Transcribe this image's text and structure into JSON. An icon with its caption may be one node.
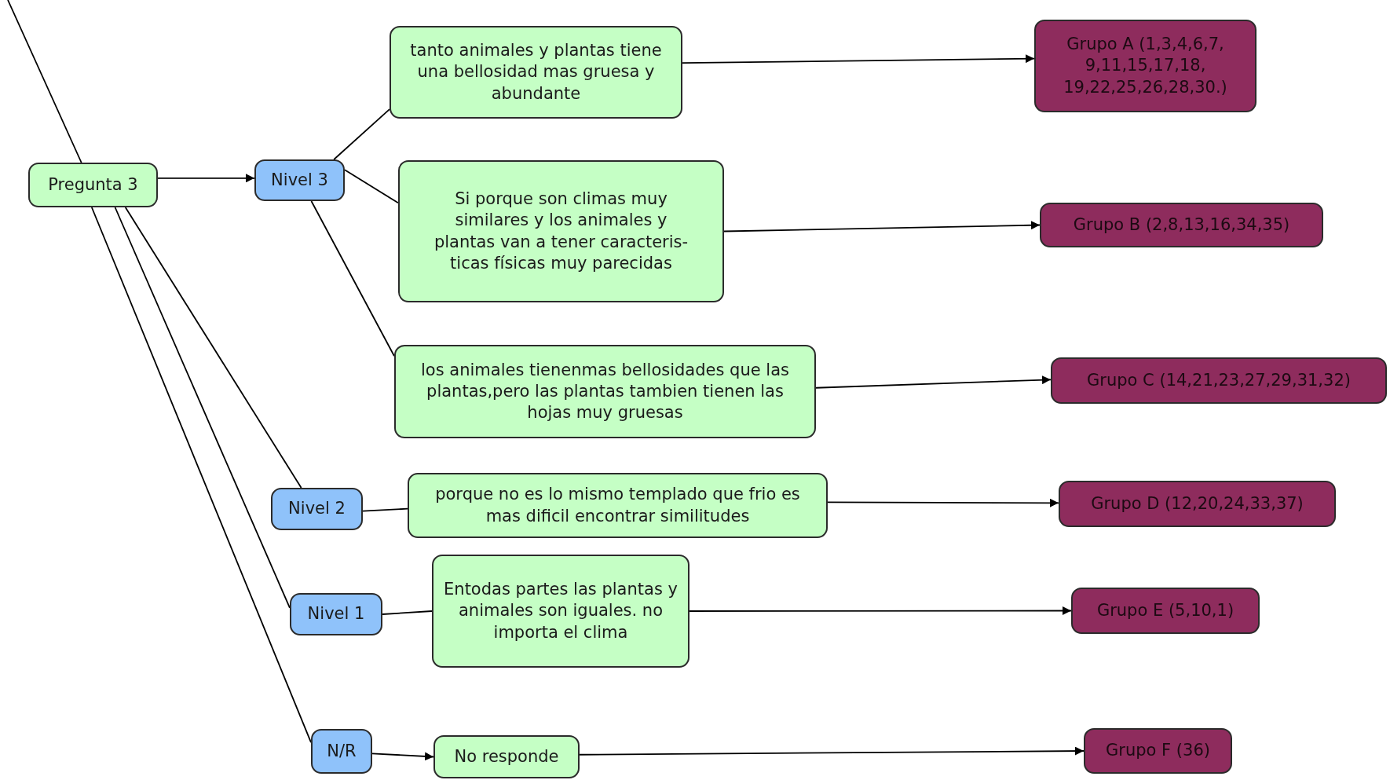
{
  "diagram": {
    "nodes": [
      {
        "text": [
          "Pregunta 3"
        ]
      },
      {
        "text": [
          "Nivel 3"
        ]
      },
      {
        "text": [
          "tanto animales y plantas tiene una bellosidad mas gruesa y abundante"
        ]
      },
      {
        "text": [
          "Si porque son climas muy similares y los animales y plantas van a tener caracteris- ticas físicas muy parecidas"
        ]
      },
      {
        "text": [
          "los animales tienenmas bellosidades que las plantas,pero las plantas tambien tienen las hojas muy gruesas"
        ]
      },
      {
        "text": [
          "Nivel 2"
        ]
      },
      {
        "text": [
          "porque no es lo mismo templado que frio es mas dificil encontrar similitudes"
        ]
      },
      {
        "text": [
          "Nivel 1"
        ]
      },
      {
        "text": [
          "Entodas partes las plantas y animales son  iguales. no importa el clima"
        ]
      },
      {
        "text": [
          "N/R"
        ]
      },
      {
        "text": [
          "No responde"
        ]
      },
      {
        "text": [
          "Grupo A (1,3,4,6,7, 9,11,15,17,18, 19,22,25,26,28,30.)"
        ]
      },
      {
        "text": [
          "Grupo B (2,8,13,16,34,35)"
        ]
      },
      {
        "text": [
          "Grupo C (14,21,23,27,29,31,32)"
        ]
      },
      {
        "text": [
          "Grupo D (12,20,24,33,37)"
        ]
      },
      {
        "text": [
          "Grupo E (5,10,1)"
        ]
      },
      {
        "text": [
          "Grupo F (36)"
        ]
      }
    ],
    "edges": [
      {
        "from": null,
        "to": 0,
        "arrow": "none"
      },
      {
        "from": 0,
        "to": 1,
        "arrow": "to"
      },
      {
        "from": 1,
        "to": 2,
        "arrow": "none"
      },
      {
        "from": 1,
        "to": 3,
        "arrow": "none"
      },
      {
        "from": 1,
        "to": 4,
        "arrow": "none"
      },
      {
        "from": 0,
        "to": 5,
        "arrow": "none"
      },
      {
        "from": 5,
        "to": 6,
        "arrow": "none"
      },
      {
        "from": 0,
        "to": 7,
        "arrow": "none"
      },
      {
        "from": 7,
        "to": 8,
        "arrow": "none"
      },
      {
        "from": 0,
        "to": 9,
        "arrow": "none"
      },
      {
        "from": 9,
        "to": 10,
        "arrow": "to"
      },
      {
        "from": 2,
        "to": 11,
        "arrow": "to"
      },
      {
        "from": 3,
        "to": 12,
        "arrow": "to"
      },
      {
        "from": 4,
        "to": 13,
        "arrow": "to"
      },
      {
        "from": 6,
        "to": 14,
        "arrow": "to"
      },
      {
        "from": 8,
        "to": 15,
        "arrow": "to"
      },
      {
        "from": 10,
        "to": 16,
        "arrow": "to"
      }
    ]
  }
}
